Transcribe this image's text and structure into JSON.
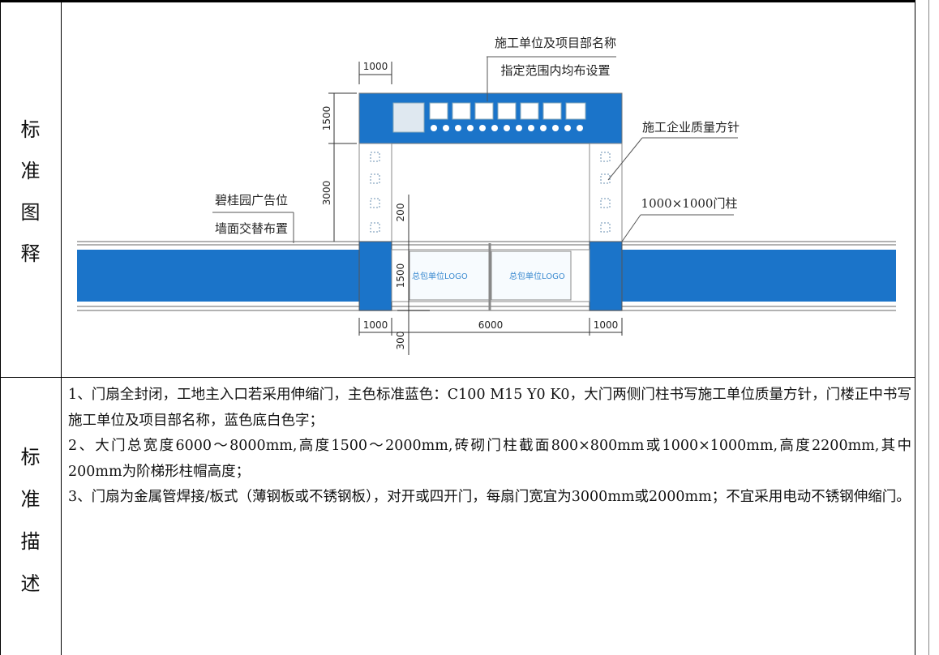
{
  "section1": {
    "label_chars": [
      "标",
      "准",
      "图",
      "释"
    ]
  },
  "section2": {
    "label_chars": [
      "标",
      "准",
      "描",
      "述"
    ]
  },
  "diagram": {
    "label_company_name": "施工单位及项目部名称",
    "label_uniform": "指定范围内均布设置",
    "label_quality_policy": "施工企业质量方针",
    "label_pillar": "1000×1000门柱",
    "label_ad": "碧桂园广告位",
    "label_wall": "墙面交替布置",
    "gate_logo": "总包单位LOGO",
    "dims": {
      "top_width": "1000",
      "beam_height": "1500",
      "pillar_height": "3000",
      "cap_height": "200",
      "gate_height": "1500",
      "left_width": "1000",
      "gate_width": "6000",
      "right_width": "1000",
      "base": "300"
    },
    "colors": {
      "blue": "#1b74c9"
    }
  },
  "description": [
    "1、门扇全封闭，工地主入口若采用伸缩门，主色标准蓝色：C100 M15 Y0 K0，大门两侧门柱书写施工单位质量方针，门楼正中书写施工单位及项目部名称，蓝色底白色字；",
    "2、大门总宽度6000～8000mm,高度1500～2000mm,砖砌门柱截面800×800mm或1000×1000mm,高度2200mm,其中200mm为阶梯形柱帽高度；",
    "3、门扇为金属管焊接/板式（薄钢板或不锈钢板），对开或四开门，每扇门宽宜为3000mm或2000mm；不宜采用电动不锈钢伸缩门。"
  ]
}
